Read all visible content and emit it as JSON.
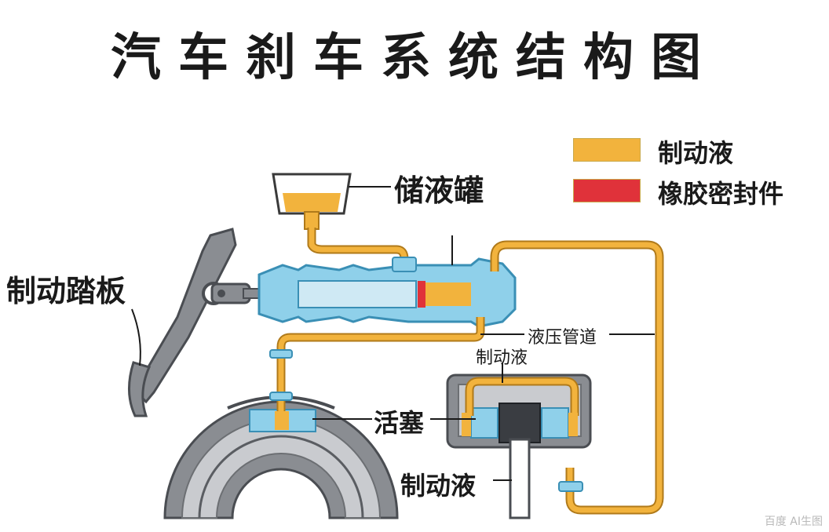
{
  "title": "汽车刹车系统结构图",
  "legend": {
    "fluid": {
      "label": "制动液",
      "color": "#f2b33d"
    },
    "seal": {
      "label": "橡胶密封件",
      "color": "#e0323a"
    }
  },
  "labels": {
    "reservoir": "储液罐",
    "pedal": "制动踏板",
    "pipeline": "液压管道",
    "caliper_fluid": "制动液",
    "piston": "活塞",
    "lower_fluid": "制动液"
  },
  "colors": {
    "fluid": "#f2b33d",
    "seal": "#e0323a",
    "cylinder": "#8fd0ea",
    "cylinder_edge": "#3a8fb5",
    "metal": "#8a8d92",
    "metal_dark": "#4a4d52",
    "drum_light": "#c9cbcf"
  },
  "watermark": "百度 AI生图"
}
